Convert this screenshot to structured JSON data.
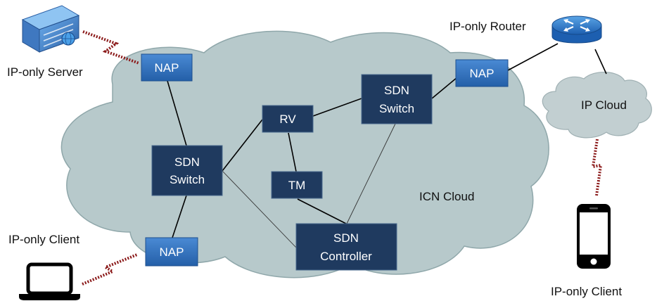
{
  "labels": {
    "ip_only_server": "IP-only Server",
    "ip_only_router": "IP-only Router",
    "ip_cloud": "IP Cloud",
    "icn_cloud": "ICN Cloud",
    "ip_only_client_left": "IP-only Client",
    "ip_only_client_right": "IP-only Client"
  },
  "nodes": {
    "nap_top_left": "NAP",
    "nap_top_right": "NAP",
    "nap_bottom": "NAP",
    "rv": "RV",
    "tm": "TM",
    "sdn_switch_left_line1": "SDN",
    "sdn_switch_left_line2": "Switch",
    "sdn_switch_right_line1": "SDN",
    "sdn_switch_right_line2": "Switch",
    "sdn_controller_line1": "SDN",
    "sdn_controller_line2": "Controller"
  },
  "icons": {
    "server": "server-icon",
    "router": "router-icon",
    "laptop": "laptop-icon",
    "phone": "smartphone-icon"
  },
  "colors": {
    "icn_cloud_fill": "#b7c9cb",
    "icn_cloud_stroke": "#8fa7aa",
    "ip_cloud_fill": "#c2cfd1",
    "nap_fill": "#2e70bd",
    "node_fill": "#1f3a5f",
    "link_zigzag": "#8b1a1a"
  }
}
